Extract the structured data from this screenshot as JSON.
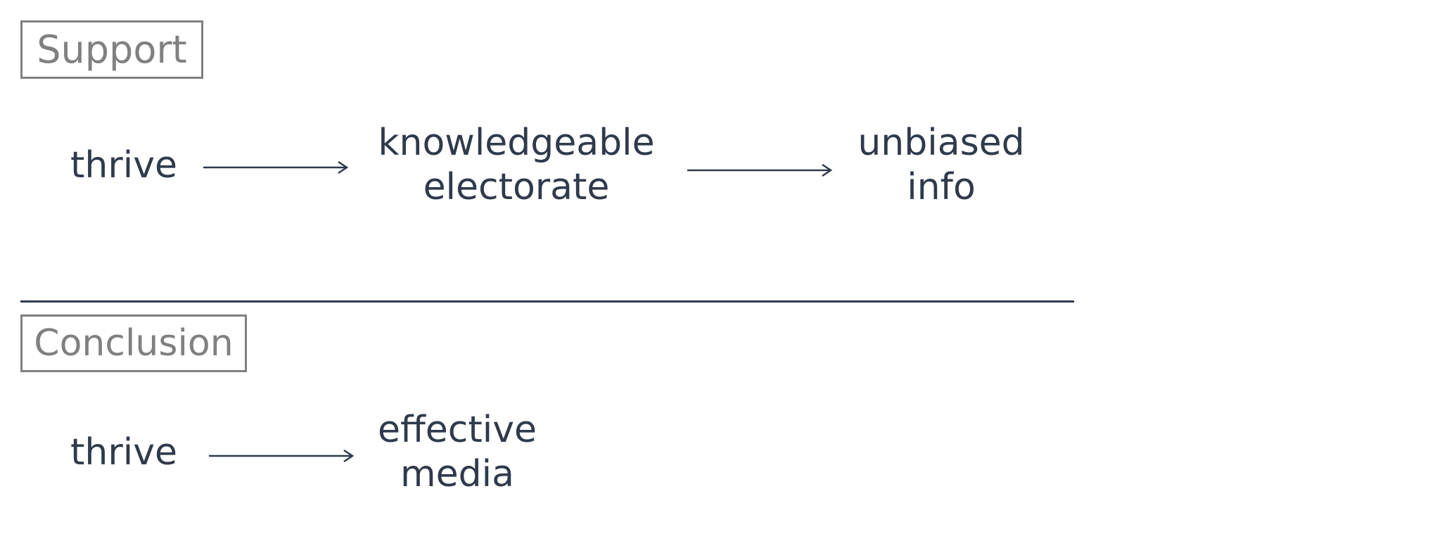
{
  "support": {
    "label": "Support",
    "nodes": [
      {
        "lines": [
          "thrive"
        ]
      },
      {
        "lines": [
          "knowledgeable",
          "electorate"
        ]
      },
      {
        "lines": [
          "unbiased",
          "info"
        ]
      }
    ]
  },
  "conclusion": {
    "label": "Conclusion",
    "nodes": [
      {
        "lines": [
          "thrive"
        ]
      },
      {
        "lines": [
          "effective",
          "media"
        ]
      }
    ]
  },
  "colors": {
    "text": "#2f3a4c",
    "label": "#808080",
    "background": "#ffffff"
  }
}
